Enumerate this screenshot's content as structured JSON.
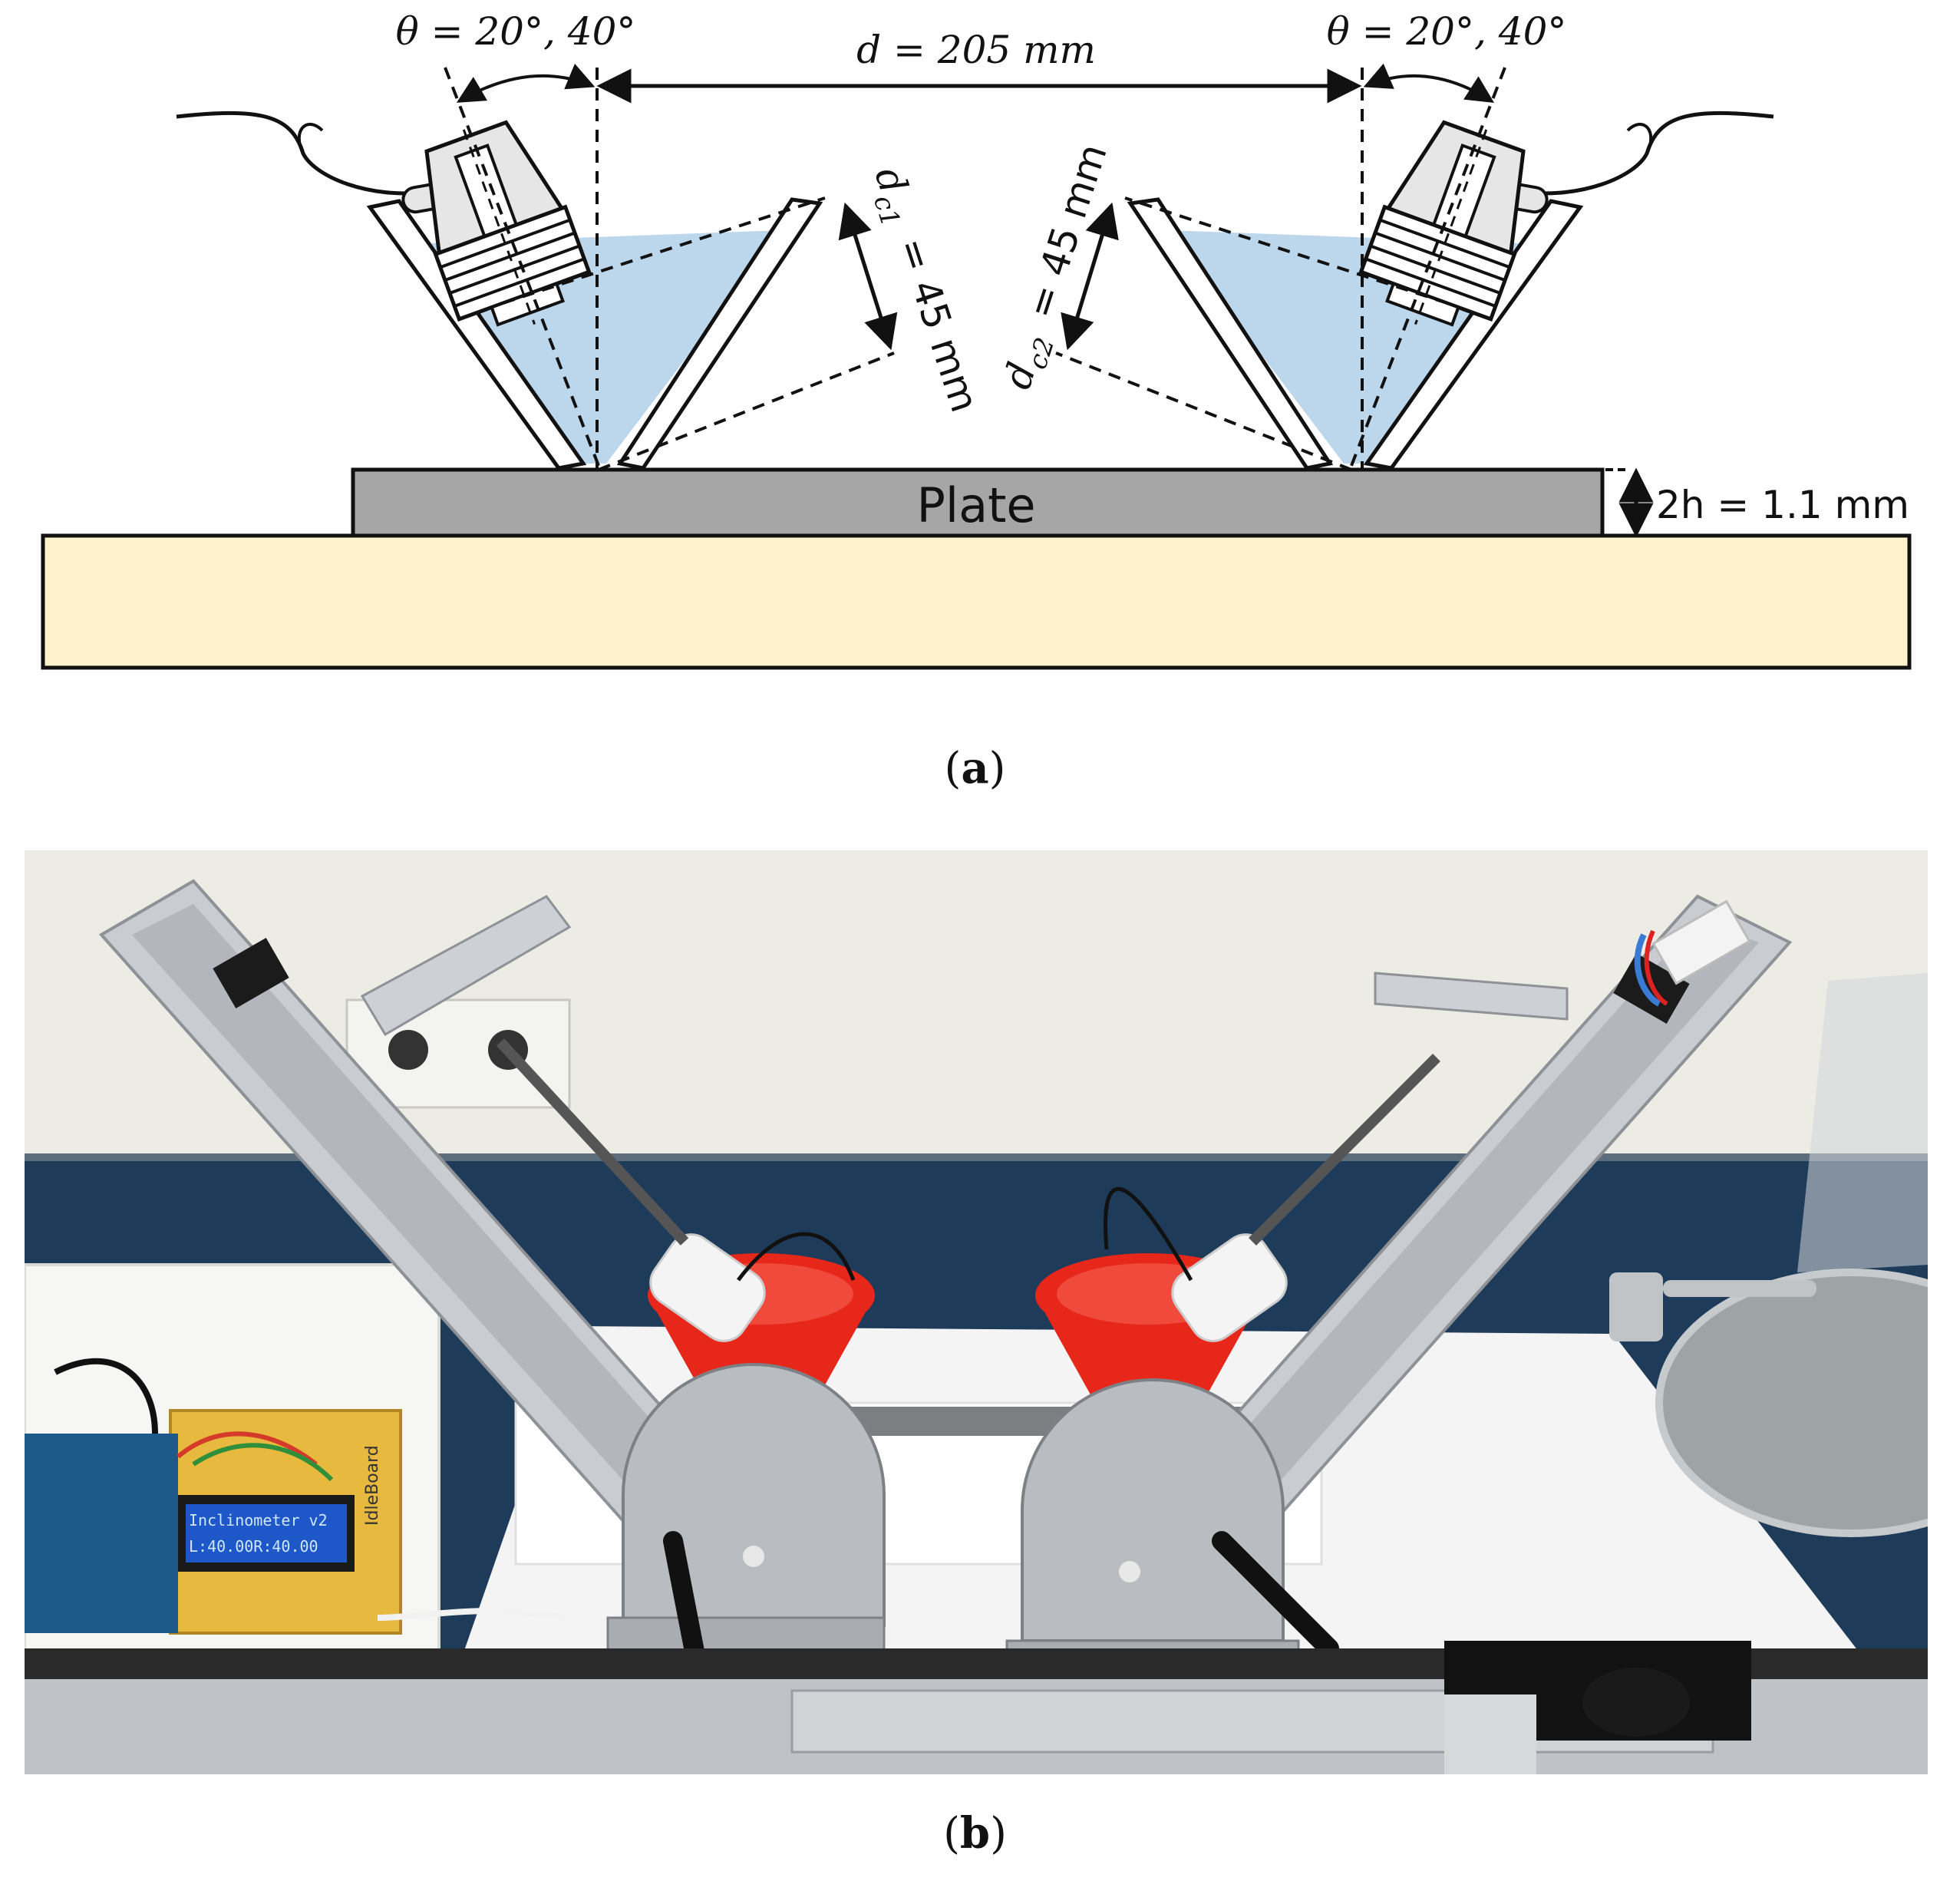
{
  "figure_a": {
    "angle_left": "θ = 20°, 40°",
    "angle_right": "θ = 20°, 40°",
    "distance": "d = 205 mm",
    "dc1_symbol": "d",
    "dc1_sub": "c1",
    "dc1_value": "= 45 mm",
    "dc2_symbol": "d",
    "dc2_sub": "c2",
    "dc2_value": "= 45 mm",
    "plate_label": "Plate",
    "thickness": "2h = 1.1 mm",
    "caption": "a"
  },
  "figure_b": {
    "lcd_line1": "Inclinometer v2",
    "lcd_line2": "L:40.00R:40.00",
    "breadboard_label": "IdleBoard",
    "caption": "b"
  },
  "colors": {
    "water": "#bcd6ec",
    "plate": "#a6a6a6",
    "base": "#fff2cc",
    "funnel": "#e8271b",
    "wall": "#1f3b5a",
    "aluminium": "#c9ccd1"
  }
}
